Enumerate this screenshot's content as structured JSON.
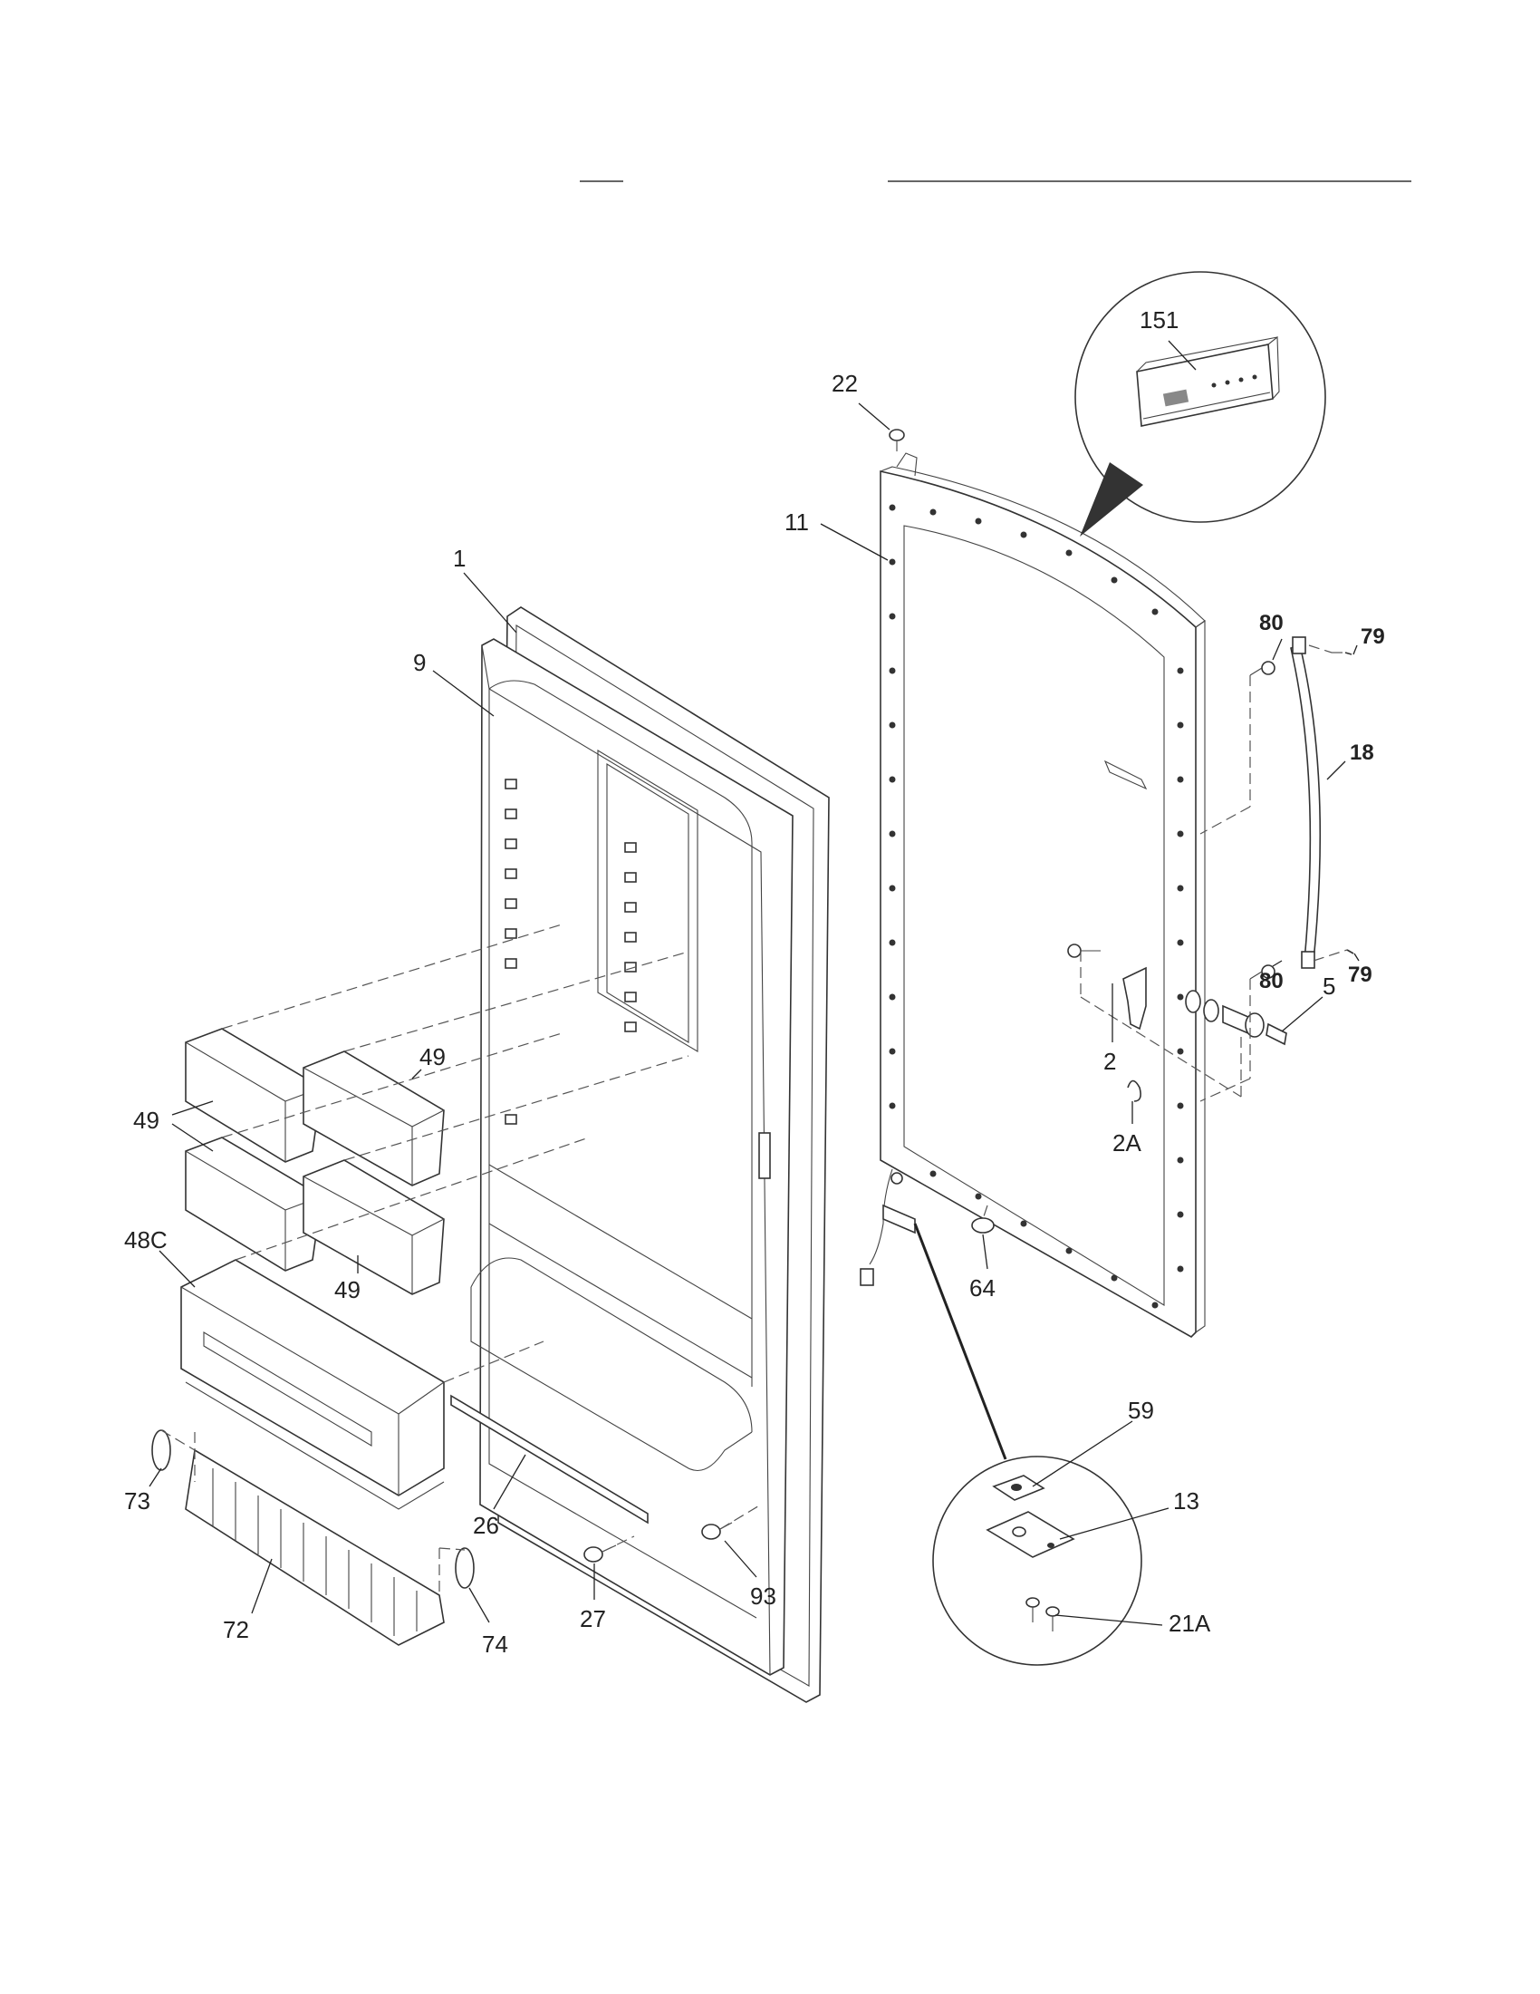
{
  "callouts": {
    "c151": "151",
    "c22": "22",
    "c11": "11",
    "c1": "1",
    "c9": "9",
    "c80a": "80",
    "c79a": "79",
    "c18": "18",
    "c80b": "80",
    "c79b": "79",
    "c5": "5",
    "c2": "2",
    "c2A": "2A",
    "c49a": "49",
    "c49b": "49",
    "c49c": "49",
    "c48C": "48C",
    "c64": "64",
    "c59": "59",
    "c13": "13",
    "c21A": "21A",
    "c73": "73",
    "c26": "26",
    "c93": "93",
    "c27": "27",
    "c72": "72",
    "c74": "74"
  }
}
